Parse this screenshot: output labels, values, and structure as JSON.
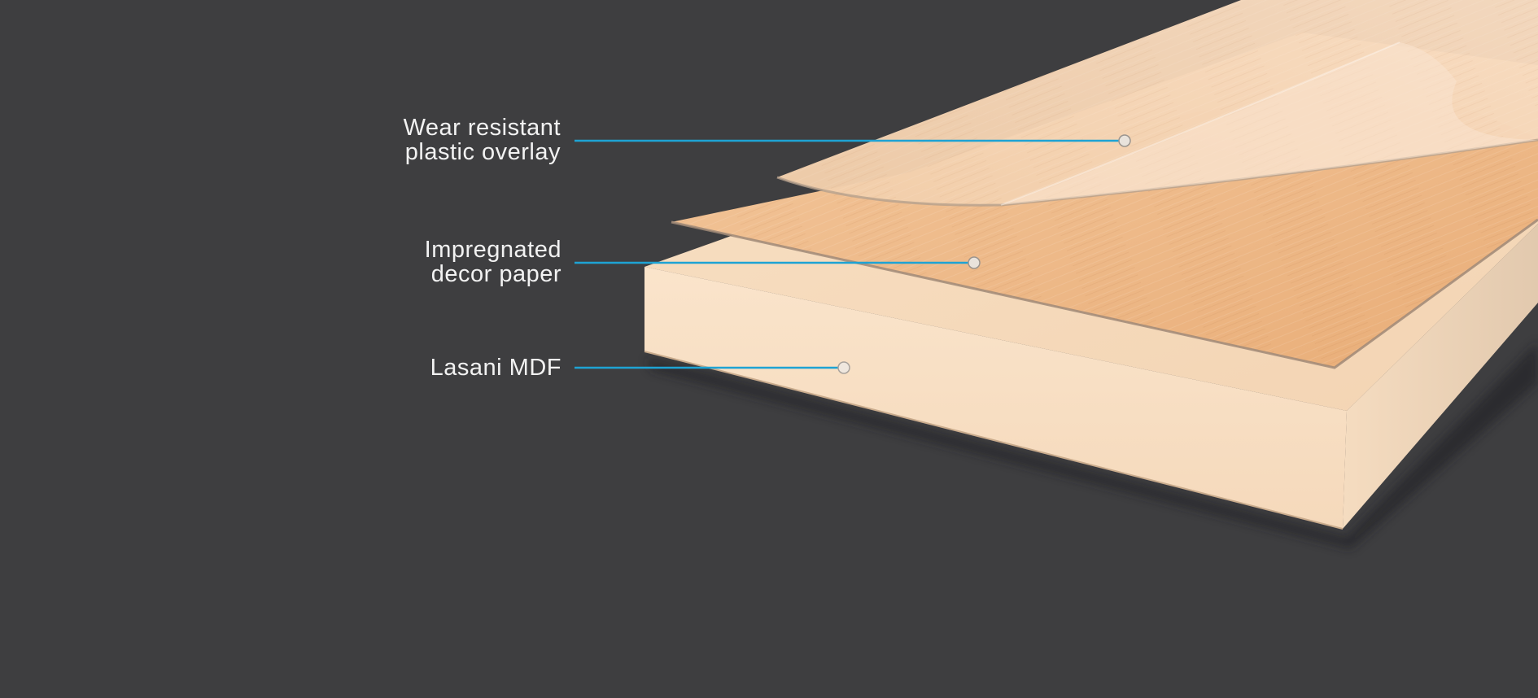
{
  "layers": [
    {
      "id": "overlay",
      "label_lines": [
        "Wear resistant",
        "plastic overlay"
      ]
    },
    {
      "id": "decor",
      "label_lines": [
        "Impregnated",
        "decor paper"
      ]
    },
    {
      "id": "mdf",
      "label_lines": [
        "Lasani MDF"
      ]
    }
  ],
  "colors": {
    "background": "#3e3e40",
    "leader_line": "#1ea3d4",
    "label_text": "#f2f2f2",
    "mdf": "#f6dcc0",
    "decor_paper": "#eeb987",
    "overlay": "#f4d2b2"
  }
}
